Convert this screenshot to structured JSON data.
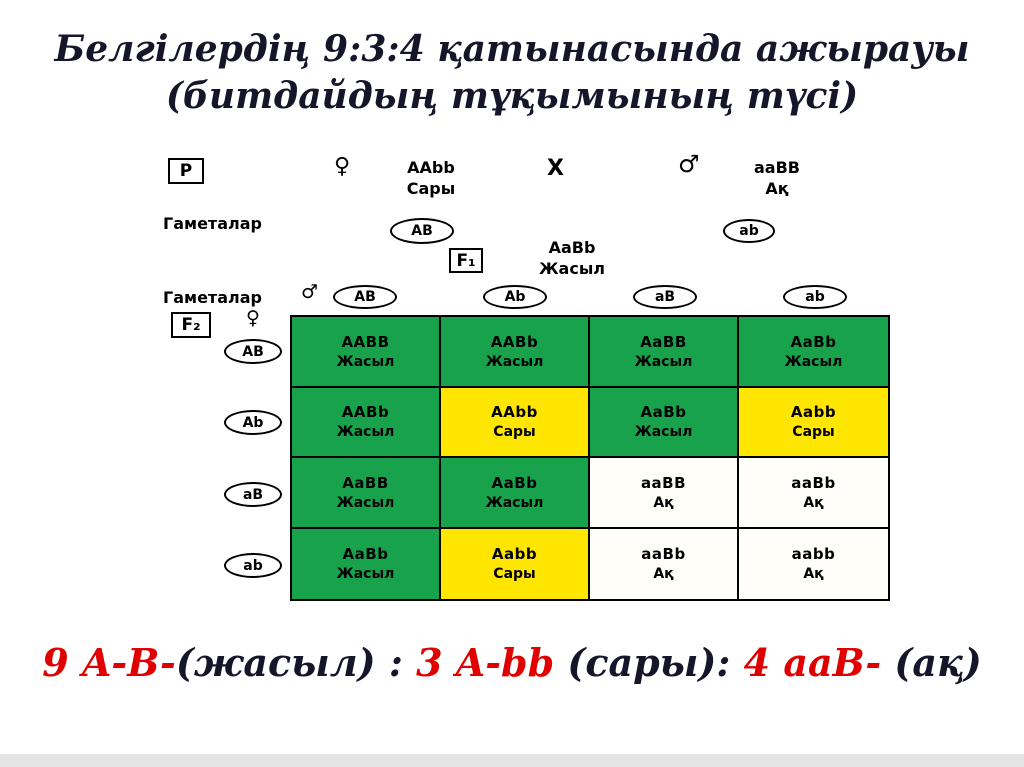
{
  "title": {
    "line1": "Белгілердің 9:3:4 қатынасында ажырауы",
    "line2": "(битдайдың тұқымының түсі)"
  },
  "diagram": {
    "p_label": "P",
    "female_symbol": "♀",
    "male_symbol": "♂",
    "cross_symbol": "X",
    "mother": {
      "genotype": "AAbb",
      "phenotype": "Сары"
    },
    "father": {
      "genotype": "aaBB",
      "phenotype": "Ақ"
    },
    "gametes_label_top": "Гаметалар",
    "mother_gamete": "AB",
    "father_gamete": "ab",
    "f1_label": "F₁",
    "f1": {
      "genotype": "AaBb",
      "phenotype": "Жасыл"
    },
    "gametes_label_bottom": "Гаметалар",
    "f2_label": "F₂",
    "col_gametes": [
      "AB",
      "Ab",
      "aB",
      "ab"
    ],
    "row_gametes": [
      "AB",
      "Ab",
      "aB",
      "ab"
    ],
    "grid": [
      [
        {
          "genotype": "AABB",
          "phenotype": "Жасыл",
          "color": "green"
        },
        {
          "genotype": "AABb",
          "phenotype": "Жасыл",
          "color": "green"
        },
        {
          "genotype": "AaBB",
          "phenotype": "Жасыл",
          "color": "green"
        },
        {
          "genotype": "AaBb",
          "phenotype": "Жасыл",
          "color": "green"
        }
      ],
      [
        {
          "genotype": "AABb",
          "phenotype": "Жасыл",
          "color": "green"
        },
        {
          "genotype": "AAbb",
          "phenotype": "Сары",
          "color": "yellow"
        },
        {
          "genotype": "AaBb",
          "phenotype": "Жасыл",
          "color": "green"
        },
        {
          "genotype": "Aabb",
          "phenotype": "Сары",
          "color": "yellow"
        }
      ],
      [
        {
          "genotype": "AaBB",
          "phenotype": "Жасыл",
          "color": "green"
        },
        {
          "genotype": "AaBb",
          "phenotype": "Жасыл",
          "color": "green"
        },
        {
          "genotype": "aaBB",
          "phenotype": "Ақ",
          "color": "white"
        },
        {
          "genotype": "aaBb",
          "phenotype": "Ақ",
          "color": "white"
        }
      ],
      [
        {
          "genotype": "AaBb",
          "phenotype": "Жасыл",
          "color": "green"
        },
        {
          "genotype": "Aabb",
          "phenotype": "Сары",
          "color": "yellow"
        },
        {
          "genotype": "aaBb",
          "phenotype": "Ақ",
          "color": "white"
        },
        {
          "genotype": "aabb",
          "phenotype": "Ақ",
          "color": "white"
        }
      ]
    ]
  },
  "caption": {
    "segments": [
      {
        "text": "9 A-B-",
        "color": "red"
      },
      {
        "text": "(жасыл) : ",
        "color": "dark"
      },
      {
        "text": "3 A-bb",
        "color": "red"
      },
      {
        "text": " (сары): ",
        "color": "dark"
      },
      {
        "text": "4 aaB- ",
        "color": "red"
      },
      {
        "text": "(ақ)",
        "color": "dark"
      }
    ]
  },
  "colors": {
    "green": "#17a24b",
    "yellow": "#ffe600",
    "white": "#fffef9",
    "red": "#e00000",
    "dark": "#16162b"
  }
}
